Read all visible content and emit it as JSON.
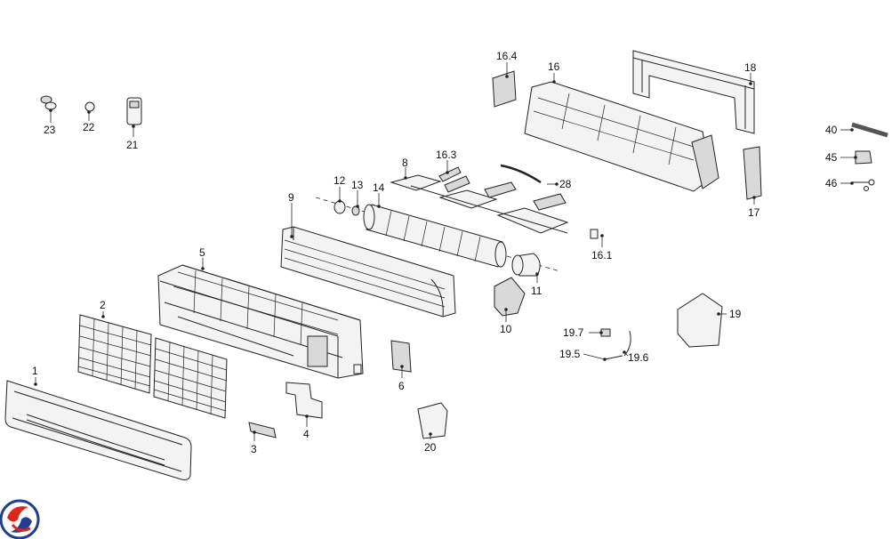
{
  "parts": {
    "p1": "1",
    "p2": "2",
    "p3": "3",
    "p4": "4",
    "p5": "5",
    "p6": "6",
    "p8": "8",
    "p9": "9",
    "p10": "10",
    "p11": "11",
    "p12": "12",
    "p13": "13",
    "p14": "14",
    "p16": "16",
    "p16_1": "16.1",
    "p16_3": "16.3",
    "p16_4": "16.4",
    "p17": "17",
    "p18": "18",
    "p19": "19",
    "p19_5": "19.5",
    "p19_6": "19.6",
    "p19_7": "19.7",
    "p20": "20",
    "p21": "21",
    "p22": "22",
    "p23": "23",
    "p28": "28",
    "p40": "40",
    "p45": "45",
    "p46": "46"
  },
  "colors": {
    "logo_red": "#e2231a",
    "logo_blue": "#1f3f93",
    "line": "#222222"
  },
  "icons": {
    "logo": "brand-swirl-logo"
  }
}
